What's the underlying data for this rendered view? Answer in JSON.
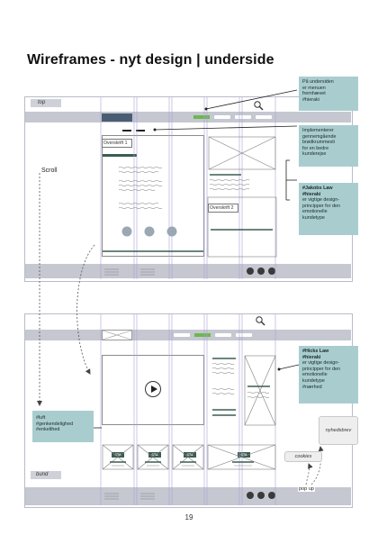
{
  "title": "Wireframes - nyt design  |  underside",
  "page_number": "19",
  "top_wireframe": {
    "label": "top",
    "scroll_label": "Scroll",
    "heading_1": "Overskrift 1",
    "heading_2": "Overskrift 2"
  },
  "bottom_wireframe": {
    "label": "bund",
    "cta_labels": [
      "CTA",
      "CTA",
      "CTA",
      "CTA"
    ]
  },
  "notes": {
    "menu": [
      "På undersiden",
      "er menuen",
      "fremhævet",
      "#hieraki"
    ],
    "breadcrumb": [
      "Implementerer",
      "gennemgående",
      "brødkrummesti",
      "for en bedre",
      "kunderejse"
    ],
    "jakobs": {
      "title": "#Jakobs Law",
      "tag": "#hieraki",
      "lines": [
        "er vigtige design-",
        "principper for den",
        "emotionelle",
        "kundetype"
      ]
    },
    "hicks": {
      "title": "#Hicks Law",
      "tag": "#hieraki",
      "lines": [
        "er vigtige design-",
        "principper for den",
        "emotionelle",
        "kundetype",
        "#nærhed"
      ]
    },
    "tags": [
      "#luft",
      "#genkendelighed",
      "#enkelthed"
    ]
  },
  "popups": {
    "newsletter": "nyhedsbrev",
    "cookies": "cookies",
    "popup": "pop up"
  },
  "colors": {
    "accent_green": "#6cb84c",
    "dark_green": "#3b5d50",
    "note_teal": "#a9cdcf",
    "bar_grey": "#c5c7d1",
    "grid_purple": "#a9a2d6"
  }
}
